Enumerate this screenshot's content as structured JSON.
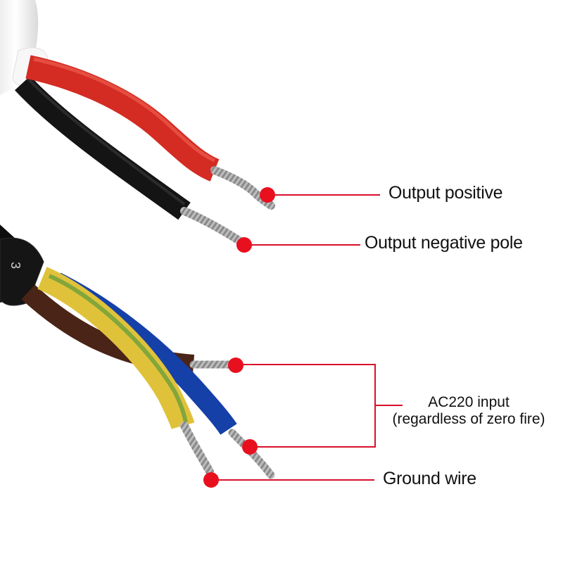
{
  "labels": {
    "output_positive": "Output positive",
    "output_negative": "Output negative pole",
    "ac_input_line1": "AC220 input",
    "ac_input_line2": "(regardless of zero fire)",
    "ground_wire": "Ground wire"
  },
  "cable_marking": "3",
  "colors": {
    "callout_red": "#d8102a",
    "marker_red": "#e8101e",
    "wire_red": "#d42b23",
    "wire_black": "#141414",
    "wire_brown": "#4a2416",
    "wire_blue": "#1540a8",
    "wire_yellow": "#e0c23a",
    "wire_green": "#5a9a3a",
    "sheath_white": "#f2f2f2",
    "sheath_black": "#0d0d0d",
    "copper_strand": "#b9b9b9"
  }
}
